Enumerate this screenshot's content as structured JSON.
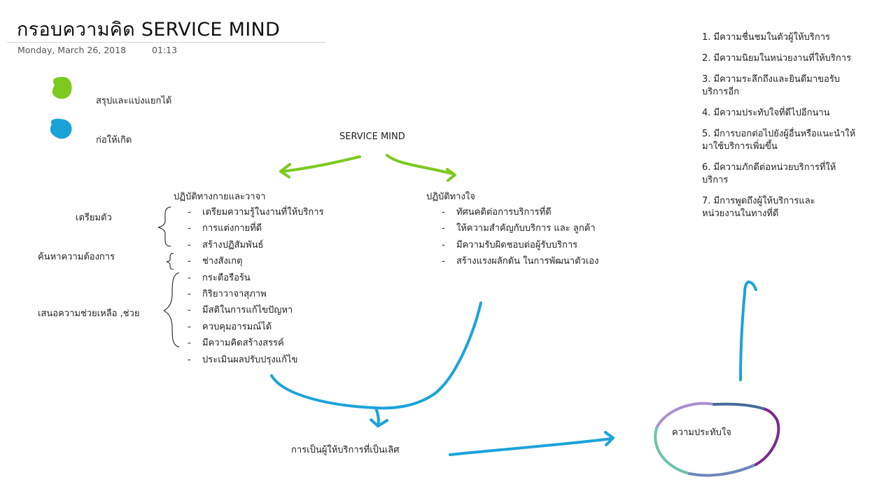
{
  "page": {
    "title": "กรอบความคิด SERVICE MIND",
    "date": "Monday, March 26, 2018",
    "time": "01:13"
  },
  "legend": [
    {
      "color": "#7dc91f",
      "label": "สรุปและแบ่งแยกได้"
    },
    {
      "color": "#1ba3d9",
      "label": "ก่อให้เกิด"
    }
  ],
  "center_title": "SERVICE MIND",
  "left_branch": {
    "heading": "ปฏิบัติทางกายและวาจา",
    "items": [
      "เตรียมความรู้ในงานที่ให้บริการ",
      "การแต่งกายที่ดี",
      "สร้างปฏิสัมพันธ์",
      "ช่างสังเกตุ",
      "กระตือรือร้น",
      "กิริยาวาจาสุภาพ",
      "มีสติในการแก้ไขปัญหา",
      "ควบคุมอารมณ์ได้",
      "มีความคิดสร้างสรรค์",
      "ประเมินผลปรับปรุงแก้ไข"
    ]
  },
  "groups": {
    "prepare": "เตรียมตัว",
    "find_needs": "ค้นหาความต้องการ",
    "offer_help": "เสนอความช่วยเหลือ ,ช่วย"
  },
  "right_branch": {
    "heading": "ปฏิบัติทางใจ",
    "items": [
      "ทัศนคติต่อการบริการที่ดี",
      "ให้ความสำคัญกับบริการ และ ลูกค้า",
      "มีความรับผิดชอบต่อผู้รับบริการ",
      "สร้างแรงผลักดัน ในการพัฒนาตัวเอง"
    ]
  },
  "result": "การเป็นผู้ให้บริการที่เป็นเลิศ",
  "impression": "ความประทับใจ",
  "outcomes": [
    "1. มีความชื่นชมในตัวผู้ให้บริการ",
    "2. มีความนิยมในหน่วยงานที่ให้บริการ",
    "3. มีความระลึกถึงและยินดีมาขอรับบริการอีก",
    "4. มีความประทับใจที่ดีไปอีกนาน",
    "5. มีการบอกต่อไปยังผู้อื่นหรือแนะนำให้มาใช้บริการเพิ่มขึ้น",
    "6. มีความภักดีต่อหน่วยบริการที่ให้บริการ",
    "7. มีการพูดถึงผู้ให้บริการและหน่วยงานในทางที่ดี"
  ],
  "colors": {
    "green_ink": "#7dc91f",
    "blue_ink": "#1ba3d9",
    "purple_ink": "#7b2a8c",
    "teal_ink": "#6ec2a8"
  }
}
